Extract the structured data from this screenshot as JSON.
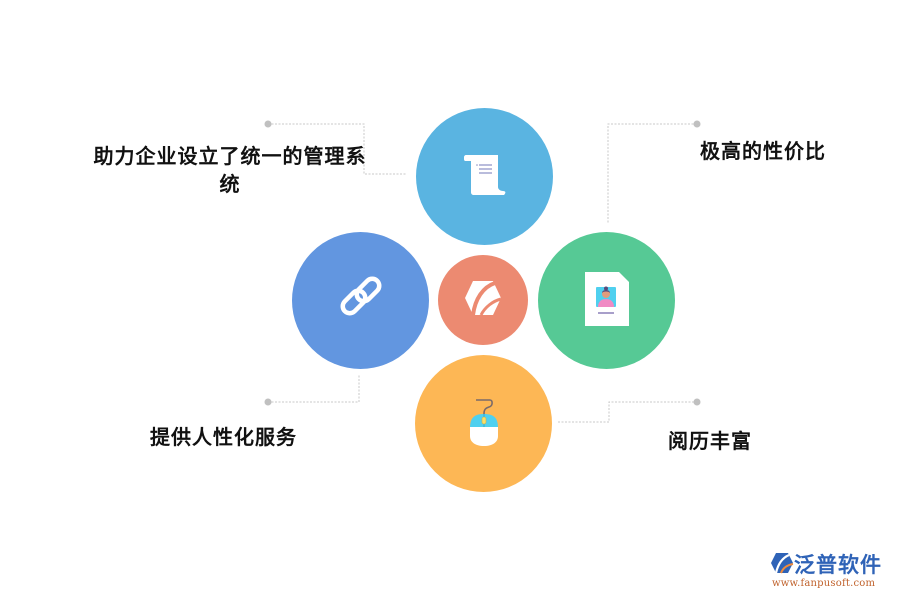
{
  "diagram": {
    "type": "radial-feature-diagram",
    "center": {
      "icon": "brand-logo-icon",
      "color": "#EC8A71"
    },
    "nodes": [
      {
        "id": "top",
        "icon": "scroll-document-icon",
        "color": "#5AB4E1",
        "label_line1": "助力企业设立了统一的管理系",
        "label_line2": "统"
      },
      {
        "id": "right",
        "icon": "id-card-profile-icon",
        "color": "#56C995",
        "label": "极高的性价比"
      },
      {
        "id": "left",
        "icon": "chain-link-icon",
        "color": "#6296E0",
        "label": "提供人性化服务"
      },
      {
        "id": "bottom",
        "icon": "computer-mouse-icon",
        "color": "#FDB755",
        "label": "阅历丰富"
      }
    ],
    "connector_color": "#c8c8c8",
    "dot_color": "#c0c0c0"
  },
  "watermark": {
    "brand_name": "泛普软件",
    "url": "www.fanpusoft.com",
    "brand_color": "#2f63b7",
    "url_color": "#c0622c"
  }
}
